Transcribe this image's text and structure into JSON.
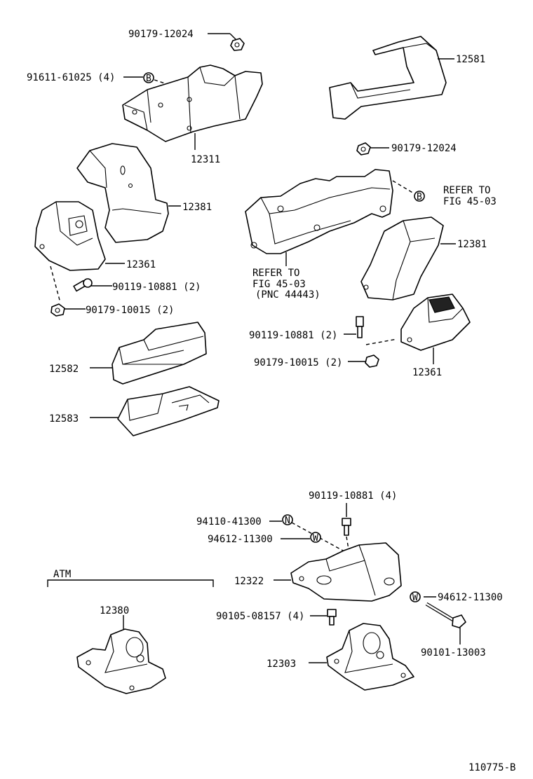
{
  "diagram": {
    "figure_id": "110775-B",
    "labels": {
      "p90179_12024_a": "90179-12024",
      "p91611_61025": "91611-61025 (4)",
      "p12311": "12311",
      "p12581": "12581",
      "p90179_12024_b": "90179-12024",
      "p12381_a": "12381",
      "ref_right_1": "REFER TO",
      "ref_right_2": "FIG 45-03",
      "p12381_b": "12381",
      "p12361_a": "12361",
      "p90119_10881_a": "90119-10881 (2)",
      "p90179_10015_a": "90179-10015 (2)",
      "ref_mid_1": "REFER TO",
      "ref_mid_2": "FIG 45-03",
      "ref_mid_3": "(PNC 44443)",
      "p90119_10881_b": "90119-10881 (2)",
      "p90179_10015_b": "90179-10015 (2)",
      "p12361_b": "12361",
      "p12582": "12582",
      "p12583": "12583",
      "p90119_10881_c": "90119-10881 (4)",
      "p94110_41300": "94110-41300",
      "p94612_11300_a": "94612-11300",
      "p12322": "12322",
      "atm": "ATM",
      "p94612_11300_b": "94612-11300",
      "p12380": "12380",
      "p90105_08157": "90105-08157 (4)",
      "p90101_13003": "90101-13003",
      "p12303": "12303"
    },
    "callout_letters": {
      "bolt_b": "B",
      "nut_n": "N",
      "washer_w": "W"
    }
  }
}
